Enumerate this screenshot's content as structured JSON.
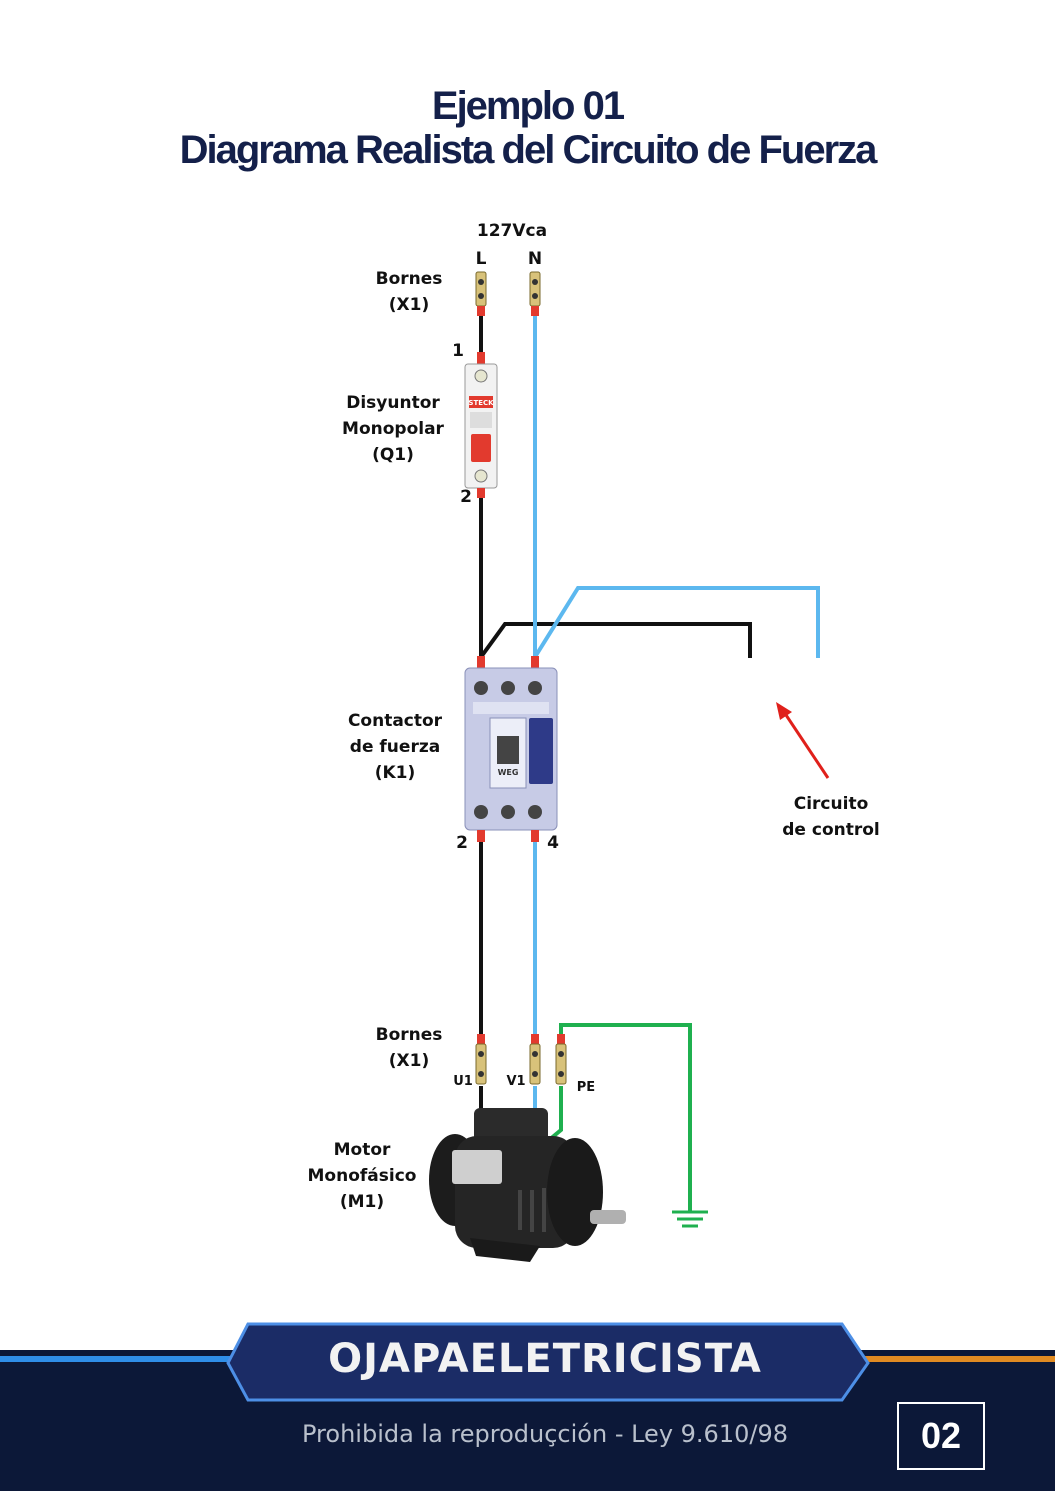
{
  "header": {
    "title_line1": "Ejemplo 01",
    "title_line2": "Diagrama Realista del Circuito de Fuerza"
  },
  "supply": {
    "voltage": "127Vca",
    "line": "L",
    "neutral": "N"
  },
  "labels": {
    "bornes_top_1": "Bornes",
    "bornes_top_2": "(X1)",
    "breaker_1": "Disyuntor",
    "breaker_2": "Monopolar",
    "breaker_3": "(Q1)",
    "breaker_in": "1",
    "breaker_out": "2",
    "contactor_1": "Contactor",
    "contactor_2": "de fuerza",
    "contactor_3": "(K1)",
    "contactor_out_l": "2",
    "contactor_out_n": "4",
    "control_1": "Circuito",
    "control_2": "de control",
    "bornes_bottom_1": "Bornes",
    "bornes_bottom_2": "(X1)",
    "terminal_u1": "U1",
    "terminal_v1": "V1",
    "terminal_pe": "PE",
    "motor_1": "Motor",
    "motor_2": "Monofásico",
    "motor_3": "(M1)"
  },
  "device_text": {
    "breaker_brand": "STECK",
    "contactor_brand": "WEG"
  },
  "colors": {
    "line_wire": "#111111",
    "neutral_wire": "#5cb8ef",
    "ground_wire": "#1fb04f",
    "arrow": "#e0201b",
    "title": "#14204a",
    "footer_bg": "#0c1838"
  },
  "footer": {
    "brand": "OJAPAELETRICISTA",
    "copyright": "Prohibida la reproduçción - Ley 9.610/98",
    "page": "02"
  }
}
